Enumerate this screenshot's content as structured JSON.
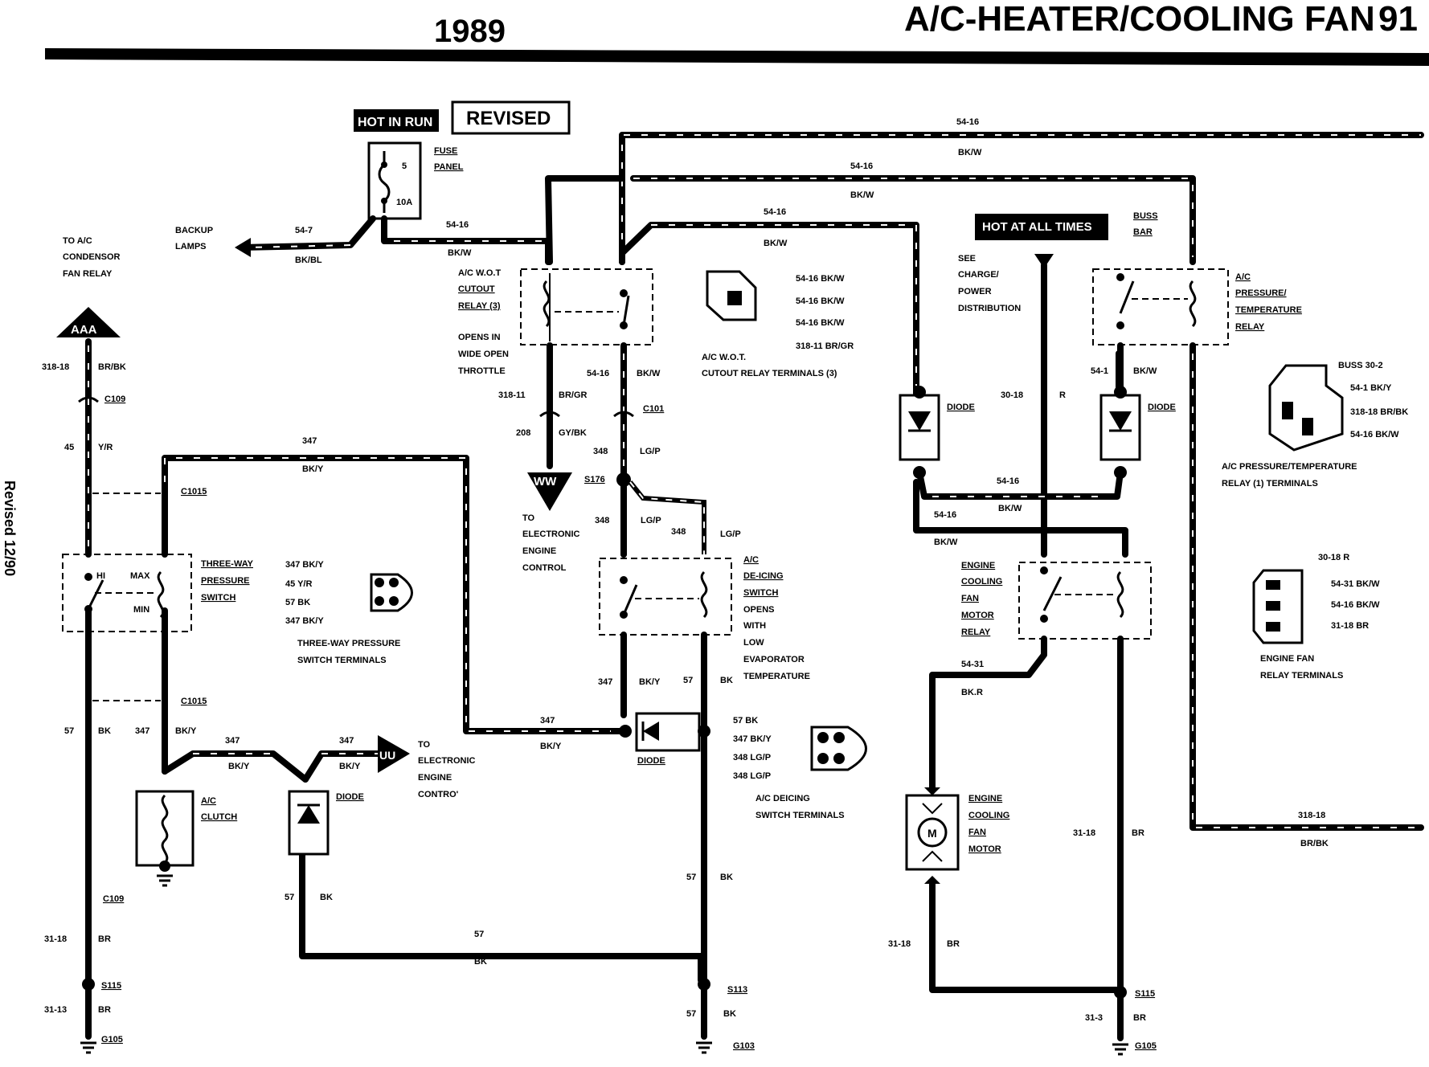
{
  "header": {
    "year": "1989",
    "title": "A/C-HEATER/COOLING FAN",
    "page": "91",
    "revised_side": "Revised 12/90"
  },
  "boxes": {
    "hot_in_run": "HOT IN RUN",
    "revised": "REVISED",
    "hot_at_all_times": "HOT AT ALL TIMES"
  },
  "fuse": {
    "fuse_panel": [
      "FUSE",
      "PANEL"
    ],
    "fuse_num": "5",
    "fuse_amp": "10A"
  },
  "backup": {
    "label": [
      "BACKUP",
      "LAMPS"
    ],
    "wire": "54-7",
    "color": "BK/BL"
  },
  "condensor": {
    "label": [
      "TO A/C",
      "CONDENSOR",
      "FAN RELAY"
    ],
    "connector": "AAA"
  },
  "wot_relay": {
    "label": [
      "A/C W.O.T",
      "CUTOUT",
      "RELAY (3)"
    ],
    "note": [
      "OPENS IN",
      "WIDE OPEN",
      "THROTTLE"
    ]
  },
  "wot_terminals": {
    "pins": [
      "54-16 BK/W",
      "54-16 BK/W",
      "54-16 BK/W",
      "318-11 BR/GR"
    ],
    "caption": [
      "A/C W.O.T.",
      "CUTOUT RELAY TERMINALS (3)"
    ]
  },
  "wires": {
    "w54_16": "54-16",
    "bk_w": "BK/W",
    "w318_18": "318-18",
    "br_bk": "BR/BK",
    "w45": "45",
    "y_r": "Y/R",
    "w347": "347",
    "bk_y": "BK/Y",
    "w318_11": "318-11",
    "br_gr": "BR/GR",
    "w208": "208",
    "gy_bk": "GY/BK",
    "w348": "348",
    "lg_p": "LG/P",
    "w57": "57",
    "bk": "BK",
    "w31_18": "31-18",
    "br": "BR",
    "w31_13": "31-13",
    "w31_3": "31-3",
    "w30_18": "30-18",
    "r": "R",
    "w54_1": "54-1",
    "w54_31": "54-31",
    "bk_r": "BK.R",
    "br_bk2": "BR/BK"
  },
  "connectors": {
    "c109": "C109",
    "c1015": "C1015",
    "c101": "C101",
    "s176": "S176",
    "s115": "S115",
    "s113": "S113",
    "g105": "G105",
    "g103": "G103"
  },
  "three_way": {
    "label": [
      "THREE-WAY",
      "PRESSURE",
      "SWITCH"
    ],
    "hi": "HI",
    "max": "MAX",
    "min": "MIN"
  },
  "three_way_terminals": {
    "pins": [
      "347 BK/Y",
      "45 Y/R",
      "57 BK",
      "347 BK/Y"
    ],
    "caption": [
      "THREE-WAY PRESSURE",
      "SWITCH TERMINALS"
    ]
  },
  "clutch": {
    "label": [
      "A/C",
      "CLUTCH"
    ]
  },
  "diode": "DIODE",
  "ww": {
    "connector": "WW",
    "label": [
      "TO",
      "ELECTRONIC",
      "ENGINE",
      "CONTROL"
    ]
  },
  "uu": {
    "connector": "UU",
    "label": [
      "TO",
      "ELECTRONIC",
      "ENGINE",
      "CONTRO'"
    ]
  },
  "deicing": {
    "label": [
      "A/C",
      "DE-ICING",
      "SWITCH",
      "OPENS",
      "WITH",
      "LOW",
      "EVAPORATOR",
      "TEMPERATURE"
    ]
  },
  "deicing_terminals": {
    "pins": [
      "57 BK",
      "347 BK/Y",
      "348 LG/P",
      "348 LG/P"
    ],
    "caption": [
      "A/C DEICING",
      "SWITCH TERMINALS"
    ]
  },
  "see_charge": [
    "SEE",
    "CHARGE/",
    "POWER",
    "DISTRIBUTION"
  ],
  "buss_bar": [
    "BUSS",
    "BAR"
  ],
  "pt_relay": {
    "label": [
      "A/C",
      "PRESSURE/",
      "TEMPERATURE",
      "RELAY"
    ]
  },
  "pt_terminals": {
    "pins": [
      "BUSS 30-2",
      "54-1 BK/Y",
      "318-18 BR/BK",
      "54-16 BK/W"
    ],
    "caption": [
      "A/C PRESSURE/TEMPERATURE",
      "RELAY (1) TERMINALS"
    ]
  },
  "fan_relay": {
    "label": [
      "ENGINE",
      "COOLING",
      "FAN",
      "MOTOR",
      "RELAY"
    ]
  },
  "fan_terminals": {
    "pins": [
      "30-18 R",
      "54-31 BK/W",
      "54-16 BK/W",
      "31-18 BR"
    ],
    "caption": [
      "ENGINE FAN",
      "RELAY TERMINALS"
    ]
  },
  "fan_motor": {
    "label": [
      "ENGINE",
      "COOLING",
      "FAN",
      "MOTOR"
    ],
    "symbol": "M"
  }
}
